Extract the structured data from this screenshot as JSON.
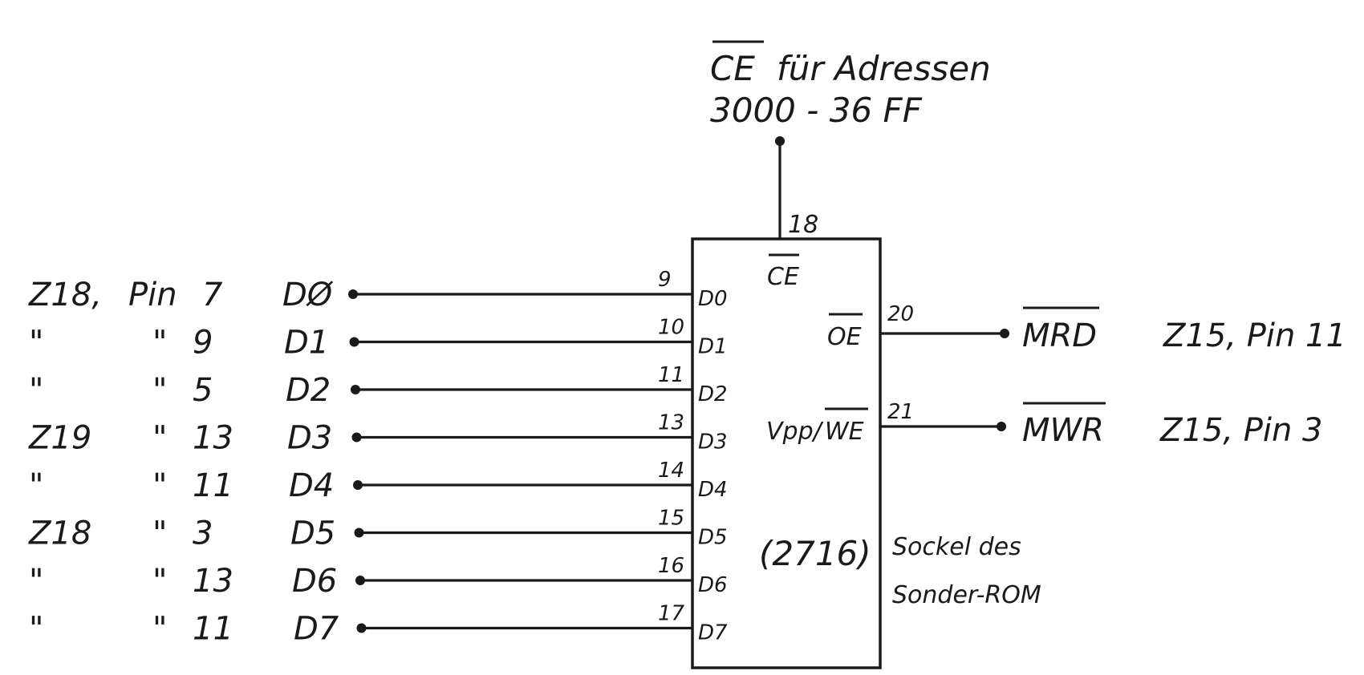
{
  "title": {
    "line1_signal": "CE",
    "line1_rest": "für Adressen",
    "line2": "3000 - 36 FF"
  },
  "chip": {
    "part": "(2716)",
    "description_line1": "Sockel des",
    "description_line2": "Sonder-ROM",
    "ce_label": "CE",
    "ce_pin": "18",
    "oe_label": "OE",
    "oe_pin": "20",
    "vpp_label": "Vpp/",
    "we_label": "WE",
    "we_pin": "21"
  },
  "data_lines": [
    {
      "source_ic": "Z18,",
      "pin_word": "Pin",
      "pin": "7",
      "signal": "DØ",
      "chip_pin": "9",
      "chip_label": "D0"
    },
    {
      "source_ic": "\"",
      "pin_word": "\"",
      "pin": "9",
      "signal": "D1",
      "chip_pin": "10",
      "chip_label": "D1"
    },
    {
      "source_ic": "\"",
      "pin_word": "\"",
      "pin": "5",
      "signal": "D2",
      "chip_pin": "11",
      "chip_label": "D2"
    },
    {
      "source_ic": "Z19",
      "pin_word": "\"",
      "pin": "13",
      "signal": "D3",
      "chip_pin": "13",
      "chip_label": "D3"
    },
    {
      "source_ic": "\"",
      "pin_word": "\"",
      "pin": "11",
      "signal": "D4",
      "chip_pin": "14",
      "chip_label": "D4"
    },
    {
      "source_ic": "Z18",
      "pin_word": "\"",
      "pin": "3",
      "signal": "D5",
      "chip_pin": "15",
      "chip_label": "D5"
    },
    {
      "source_ic": "\"",
      "pin_word": "\"",
      "pin": "13",
      "signal": "D6",
      "chip_pin": "16",
      "chip_label": "D6"
    },
    {
      "source_ic": "\"",
      "pin_word": "\"",
      "pin": "11",
      "signal": "D7",
      "chip_pin": "17",
      "chip_label": "D7"
    }
  ],
  "right_signals": [
    {
      "signal": "MRD",
      "destination": "Z15, Pin 11"
    },
    {
      "signal": "MWR",
      "destination": "Z15, Pin 3"
    }
  ]
}
